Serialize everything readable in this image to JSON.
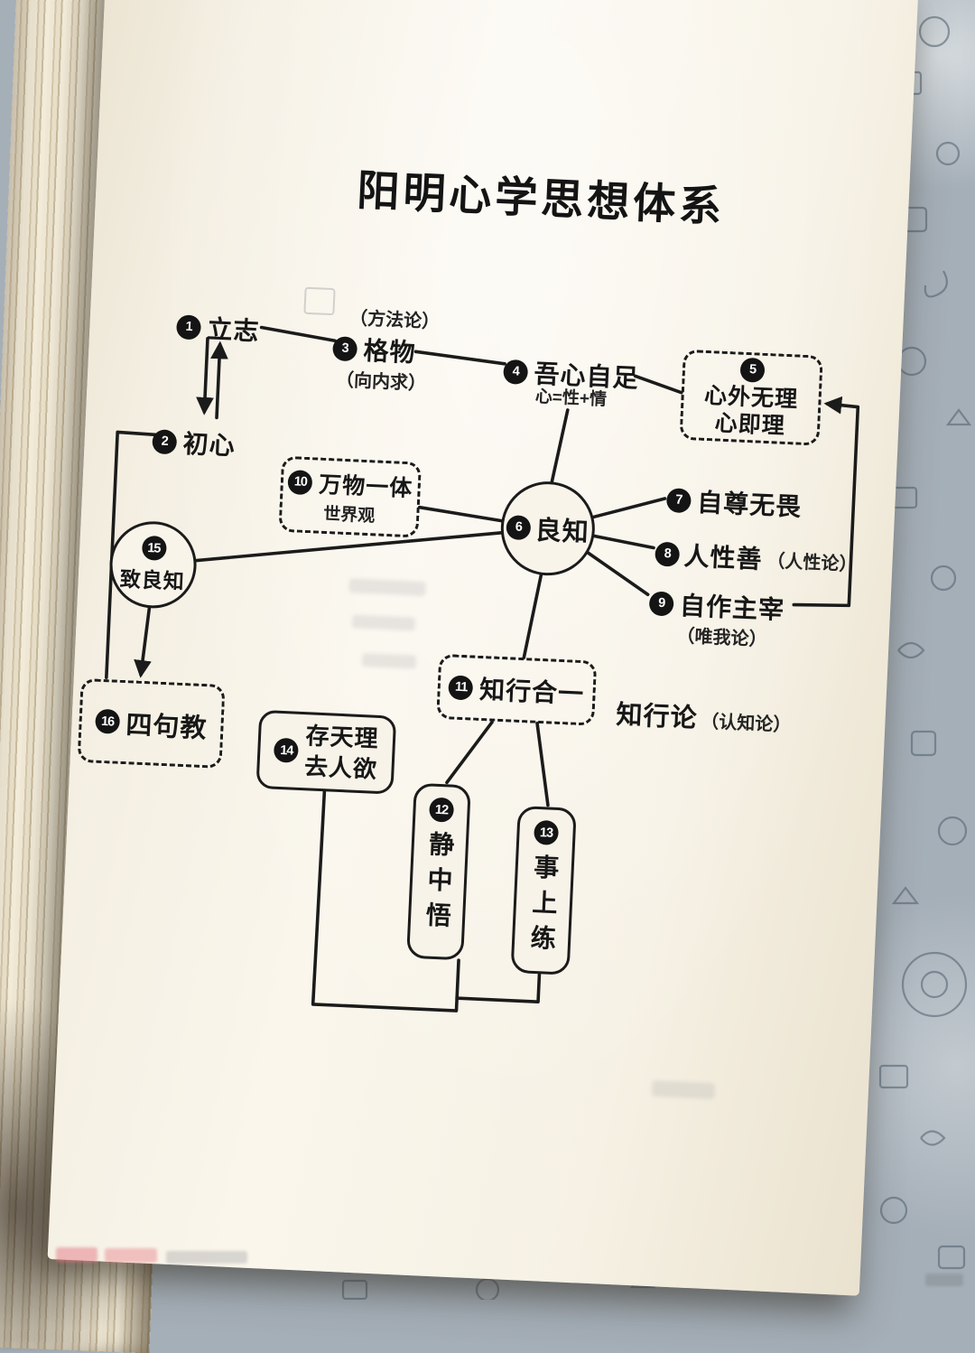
{
  "colors": {
    "ink": "#1b1b1b",
    "paper": "#f7f2e6",
    "fabric": "#a5afb8"
  },
  "title": "阳明心学思想体系",
  "nodes": {
    "n1": {
      "num": "1",
      "label": "立志"
    },
    "n2": {
      "num": "2",
      "label": "初心"
    },
    "n3": {
      "num": "3",
      "label": "格物",
      "note_above": "（方法论）",
      "note_below": "（向内求）"
    },
    "n4": {
      "num": "4",
      "label": "吾心自足",
      "note_below": "心=性+情"
    },
    "n5": {
      "num": "5",
      "label": "心外无理\n心即理"
    },
    "n6": {
      "num": "6",
      "label": "良知"
    },
    "n7": {
      "num": "7",
      "label": "自尊无畏"
    },
    "n8": {
      "num": "8",
      "label": "人性善",
      "note_inline": "（人性论）"
    },
    "n9": {
      "num": "9",
      "label": "自作主宰",
      "note_below": "（唯我论）"
    },
    "n10": {
      "num": "10",
      "label": "万物一体",
      "note_below": "世界观"
    },
    "n11": {
      "num": "11",
      "label": "知行合一",
      "side_label": "知行论",
      "side_note": "（认知论）"
    },
    "n12": {
      "num": "12",
      "label": "静中悟"
    },
    "n13": {
      "num": "13",
      "label": "事上练"
    },
    "n14": {
      "num": "14",
      "label": "存天理\n去人欲"
    },
    "n15": {
      "num": "15",
      "label": "致良知"
    },
    "n16": {
      "num": "16",
      "label": "四句教"
    }
  }
}
